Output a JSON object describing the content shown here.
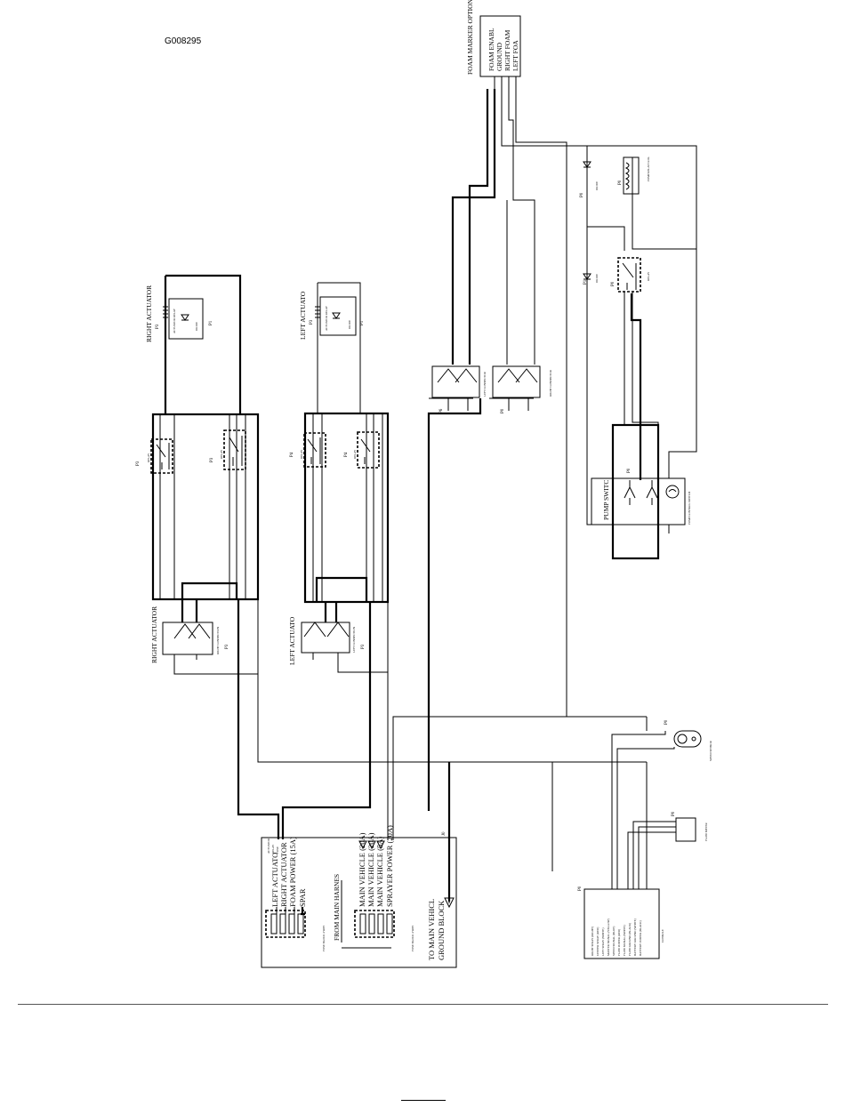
{
  "document": {
    "id": "G008295"
  },
  "foam_marker": {
    "title": "FOAM MARKER OPTION",
    "pins": [
      "FOAM ENABL",
      "GROUND",
      "RIGHT FOAM",
      "LEFT FOA"
    ]
  },
  "right_actuator": {
    "title": "RIGHT ACTUATOR",
    "ref": "P3",
    "coil": "ACTUATOR RELAY",
    "diode": "DIODE",
    "diode_ref": "P1",
    "connector_title": "RIGHT ACTUATOR",
    "connector_caption": "RIGHT CONNECTION",
    "connector_ref": "P3",
    "relay_refs": [
      "P3",
      "P3"
    ],
    "relay_captions": [
      "RELAY",
      "RELAY"
    ]
  },
  "left_actuator": {
    "title": "LEFT ACTUATO",
    "ref": "P3",
    "coil": "ACTUATOR RELAY",
    "diode": "DIODE",
    "diode_ref": "P1",
    "connector_title": "LEFT ACTUATO",
    "connector_caption": "LEFT CONNECTION",
    "connector_ref": "P3",
    "relay_refs": [
      "P4",
      "P4"
    ],
    "relay_captions": [
      "RELAY",
      "RELAY"
    ]
  },
  "foam_connectors": [
    {
      "ref": "P6",
      "caption": "LEFT CONNECTOR"
    },
    {
      "ref": "P0",
      "caption": "RIGHT CONNECTOR"
    }
  ],
  "pump_section": {
    "title": "PUMP SWITC",
    "ref": "P0",
    "caption": "PUMP CONTROL SWITCH",
    "coil_ref": "P0",
    "coil_caption": "PUMP RELAY COIL",
    "diode_refs": [
      "P0",
      "P1"
    ],
    "diode_captions": [
      "DIODE",
      "DIODE"
    ],
    "relay_ref": "P0",
    "relay_caption": "RELAY"
  },
  "sensor": {
    "ref": "P0",
    "caption": "SPEED SENSOR"
  },
  "flow_meter": {
    "ref": "P0",
    "caption": "FLOW METER"
  },
  "console_block": {
    "ref": "P0",
    "pins": [
      "RIGHT SPRAY (RIGHT)",
      "CENTER SPRAY (RED)",
      "LEFT SPRAY (WHITE)",
      "MASTER SIGNAL (YELLOW)",
      "SPEED SIGNAL (BLUE)",
      "FLOW POWER (RED)",
      "FLOW SIGNAL (WHITE)",
      "FLOW GROUND (BLACK)",
      "BATTERY GROUND (WHITE)",
      "BATTERY POWER (BLACK)"
    ],
    "caption": "CONSOLE"
  },
  "fuse_block": {
    "top_labels": [
      "LEFT ACTUATO",
      "RIGHT ACTUATOR",
      "FOAM POWER (15A)",
      "SPAR"
    ],
    "top_tiny": [
      "ACTUATOR",
      "RELAY",
      "FUSE"
    ],
    "top_caption": "FUSE BLOCK 4 WAY",
    "from_main": "FROM MAIN HARNES",
    "bottom_labels": [
      "MAIN VEHICLE (20A)",
      "MAIN VEHICLE (20A)",
      "MAIN VEHICLE (5A)",
      "SPRAYER POWER (20A)"
    ],
    "bottom_caption": "FUSE BLOCK 4 WAY",
    "ground_ref": "J0",
    "ground_lines": [
      "TO MAIN VEHICL",
      "GROUND BLOCK"
    ]
  }
}
